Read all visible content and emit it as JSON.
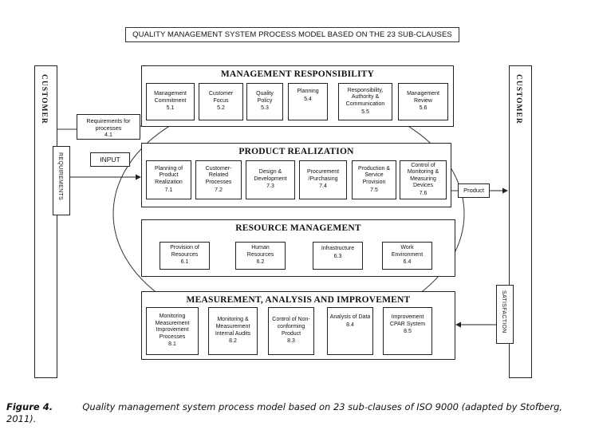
{
  "title": "QUALITY MANAGEMENT SYSTEM PROCESS MODEL BASED ON THE 23 SUB-CLAUSES",
  "left_customer": "CUSTOMER",
  "right_customer": "CUSTOMER",
  "requirements_label": "REQUIREMENTS",
  "input_label": "INPUT",
  "requirements_for_processes": {
    "text": "Requirements for processes",
    "num": "4.1"
  },
  "product_label": "Product",
  "satisfaction_label": "SATISFACTION",
  "sections": {
    "management": {
      "title": "MANAGEMENT RESPONSIBILITY",
      "items": [
        {
          "text": "Management Commitment",
          "num": "5.1"
        },
        {
          "text": "Customer Focus",
          "num": "5.2"
        },
        {
          "text": "Quality Policy",
          "num": "5.3"
        },
        {
          "text": "Planning",
          "num": "5.4"
        },
        {
          "text": "Responsibility, Authority & Communication",
          "num": "5.5"
        },
        {
          "text": "Management Review",
          "num": "5.6"
        }
      ]
    },
    "product": {
      "title": "PRODUCT REALIZATION",
      "items": [
        {
          "text": "Planning of Product Realization",
          "num": "7.1"
        },
        {
          "text": "Customer-Related Processes",
          "num": "7.2"
        },
        {
          "text": "Design & Development",
          "num": "7.3"
        },
        {
          "text": "Procurement /Purchasing",
          "num": "7.4"
        },
        {
          "text": "Production & Service Provision",
          "num": "7.5"
        },
        {
          "text": "Control of Monitoring & Measuring Devices",
          "num": "7.6"
        }
      ]
    },
    "resource": {
      "title": "RESOURCE MANAGEMENT",
      "items": [
        {
          "text": "Provision of Resources",
          "num": "6.1"
        },
        {
          "text": "Human Resources",
          "num": "6.2"
        },
        {
          "text": "Infrastructure",
          "num": "6.3"
        },
        {
          "text": "Work Environment",
          "num": "6.4"
        }
      ]
    },
    "measurement": {
      "title": "MEASUREMENT, ANALYSIS AND IMPROVEMENT",
      "items": [
        {
          "text": "Monitoring Measurement Improvement Processes",
          "num": "8.1"
        },
        {
          "text": "Monitoring & Measurement Internal Audits",
          "num": "8.2"
        },
        {
          "text": "Control of Non-conforming Product",
          "num": "8.3"
        },
        {
          "text": "Analysis of Data",
          "num": "8.4"
        },
        {
          "text": "Improvement CPAR System",
          "num": "8.5"
        }
      ]
    }
  },
  "caption": {
    "label": "Figure 4.",
    "text": "Quality management system process model based on 23 sub-clauses of ISO 9000 (adapted by Stofberg, 2011)."
  }
}
